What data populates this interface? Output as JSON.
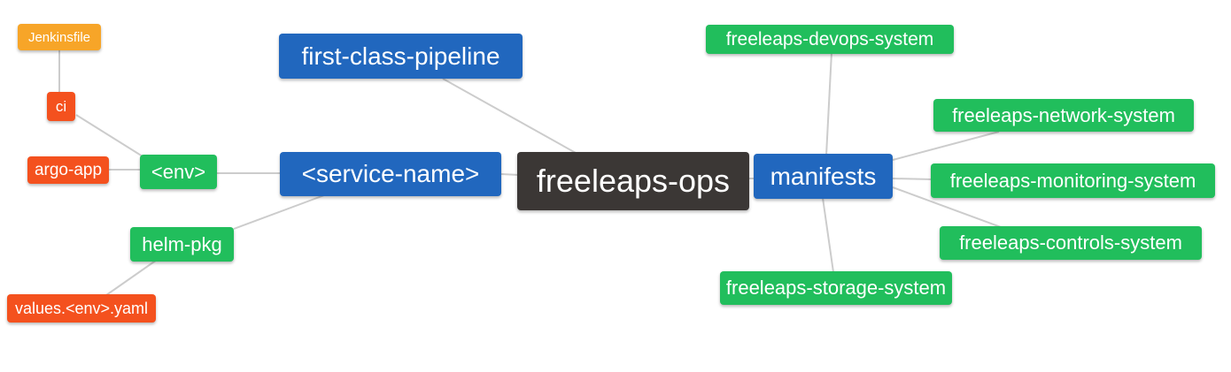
{
  "diagram": {
    "type": "mindmap",
    "root": "freeleaps-ops",
    "nodes": {
      "root": {
        "label": "freeleaps-ops",
        "color": "#3B3735"
      },
      "first_class_pipeline": {
        "label": "first-class-pipeline",
        "color": "#2167BE"
      },
      "service_name": {
        "label": "<service-name>",
        "color": "#2167BE"
      },
      "manifests": {
        "label": "manifests",
        "color": "#2167BE"
      },
      "env": {
        "label": "<env>",
        "color": "#21BE5C"
      },
      "helm_pkg": {
        "label": "helm-pkg",
        "color": "#21BE5C"
      },
      "ci": {
        "label": "ci",
        "color": "#F4511E"
      },
      "argo_app": {
        "label": "argo-app",
        "color": "#F4511E"
      },
      "jenkinsfile": {
        "label": "Jenkinsfile",
        "color": "#F7A528"
      },
      "values_yaml": {
        "label": "values.<env>.yaml",
        "color": "#F4511E"
      },
      "devops": {
        "label": "freeleaps-devops-system",
        "color": "#21BE5C"
      },
      "network": {
        "label": "freeleaps-network-system",
        "color": "#21BE5C"
      },
      "monitoring": {
        "label": "freeleaps-monitoring-system",
        "color": "#21BE5C"
      },
      "controls": {
        "label": "freeleaps-controls-system",
        "color": "#21BE5C"
      },
      "storage": {
        "label": "freeleaps-storage-system",
        "color": "#21BE5C"
      }
    },
    "edges": [
      {
        "from": "freeleaps-ops",
        "to": "first-class-pipeline"
      },
      {
        "from": "freeleaps-ops",
        "to": "<service-name>"
      },
      {
        "from": "freeleaps-ops",
        "to": "manifests"
      },
      {
        "from": "<service-name>",
        "to": "<env>"
      },
      {
        "from": "<service-name>",
        "to": "helm-pkg"
      },
      {
        "from": "<env>",
        "to": "ci"
      },
      {
        "from": "<env>",
        "to": "argo-app"
      },
      {
        "from": "ci",
        "to": "Jenkinsfile"
      },
      {
        "from": "helm-pkg",
        "to": "values.<env>.yaml"
      },
      {
        "from": "manifests",
        "to": "freeleaps-devops-system"
      },
      {
        "from": "manifests",
        "to": "freeleaps-network-system"
      },
      {
        "from": "manifests",
        "to": "freeleaps-monitoring-system"
      },
      {
        "from": "manifests",
        "to": "freeleaps-controls-system"
      },
      {
        "from": "manifests",
        "to": "freeleaps-storage-system"
      }
    ],
    "colors": {
      "root_bg": "#3B3735",
      "branch_bg": "#2167BE",
      "leaf_green": "#21BE5C",
      "leaf_red": "#F4511E",
      "leaf_orange": "#F7A528",
      "edge_line": "#CCCCCC",
      "text": "#FFFFFF",
      "background": "#FFFFFF"
    }
  }
}
